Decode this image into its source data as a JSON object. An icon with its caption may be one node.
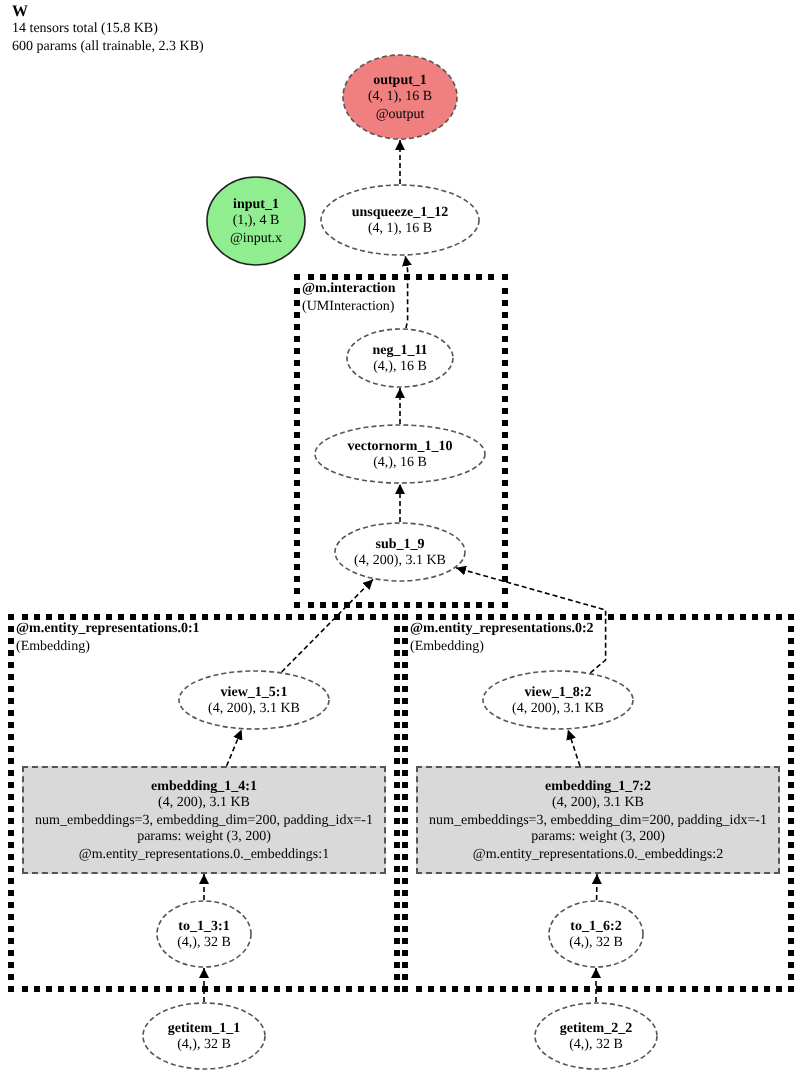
{
  "diagram": {
    "title": "W",
    "nodes": [
      {
        "text": [
          "output_1",
          "(4, 1), 16 B",
          "@output"
        ]
      },
      {
        "text": [
          "input_1",
          "(1,), 4 B",
          "@input.x"
        ]
      },
      {
        "text": [
          "unsqueeze_1_12",
          "(4, 1), 16 B"
        ]
      },
      {
        "text": [
          "@m.interaction",
          "(UMInteraction)"
        ]
      },
      {
        "text": [
          "neg_1_11",
          "(4,), 16 B"
        ],
        "in": 3
      },
      {
        "text": [
          "vectornorm_1_10",
          "(4,), 16 B"
        ],
        "in": 3
      },
      {
        "text": [
          "sub_1_9",
          "(4, 200), 3.1 KB"
        ],
        "in": 3
      },
      {
        "text": [
          "@m.entity_representations.0:1",
          "(Embedding)"
        ]
      },
      {
        "text": [
          "view_1_5:1",
          "(4, 200), 3.1 KB"
        ],
        "in": 7
      },
      {
        "text": [
          "embedding_1_4:1",
          "(4, 200), 3.1 KB",
          "num_embeddings=3, embedding_dim=200, padding_idx=-1",
          "params: weight (3, 200)",
          "@m.entity_representations.0._embeddings:1"
        ],
        "in": 7
      },
      {
        "text": [
          "to_1_3:1",
          "(4,), 32 B"
        ],
        "in": 7
      },
      {
        "text": [
          "@m.entity_representations.0:2",
          "(Embedding)"
        ]
      },
      {
        "text": [
          "view_1_8:2",
          "(4, 200), 3.1 KB"
        ],
        "in": 11
      },
      {
        "text": [
          "embedding_1_7:2",
          "(4, 200), 3.1 KB",
          "num_embeddings=3, embedding_dim=200, padding_idx=-1",
          "params: weight (3, 200)",
          "@m.entity_representations.0._embeddings:2"
        ],
        "in": 11
      },
      {
        "text": [
          "to_1_6:2",
          "(4,), 32 B"
        ],
        "in": 11
      },
      {
        "text": [
          "getitem_1_1",
          "(4,), 32 B"
        ]
      },
      {
        "text": [
          "getitem_2_2",
          "(4,), 32 B"
        ]
      }
    ],
    "edges": [
      {
        "from": 2,
        "to": 0,
        "arrow": "to",
        "style": "dashed"
      },
      {
        "from": 4,
        "to": 2,
        "arrow": "to",
        "style": "dashed"
      },
      {
        "from": 5,
        "to": 4,
        "arrow": "to",
        "style": "dashed"
      },
      {
        "from": 6,
        "to": 5,
        "arrow": "to",
        "style": "dashed"
      },
      {
        "from": 8,
        "to": 6,
        "arrow": "to",
        "style": "dashed"
      },
      {
        "from": 12,
        "to": 6,
        "arrow": "to",
        "style": "dashed"
      },
      {
        "from": 9,
        "to": 8,
        "arrow": "to",
        "style": "dashed"
      },
      {
        "from": 10,
        "to": 9,
        "arrow": "to",
        "style": "dashed"
      },
      {
        "from": 15,
        "to": 10,
        "arrow": "to",
        "style": "dashed"
      },
      {
        "from": 13,
        "to": 12,
        "arrow": "to",
        "style": "dashed"
      },
      {
        "from": 14,
        "to": 13,
        "arrow": "to",
        "style": "dashed"
      },
      {
        "from": 16,
        "to": 14,
        "arrow": "to",
        "style": "dashed"
      }
    ],
    "labels": [
      "14 tensors total (15.8 KB)",
      "600 params (all trainable, 2.3 KB)"
    ]
  }
}
